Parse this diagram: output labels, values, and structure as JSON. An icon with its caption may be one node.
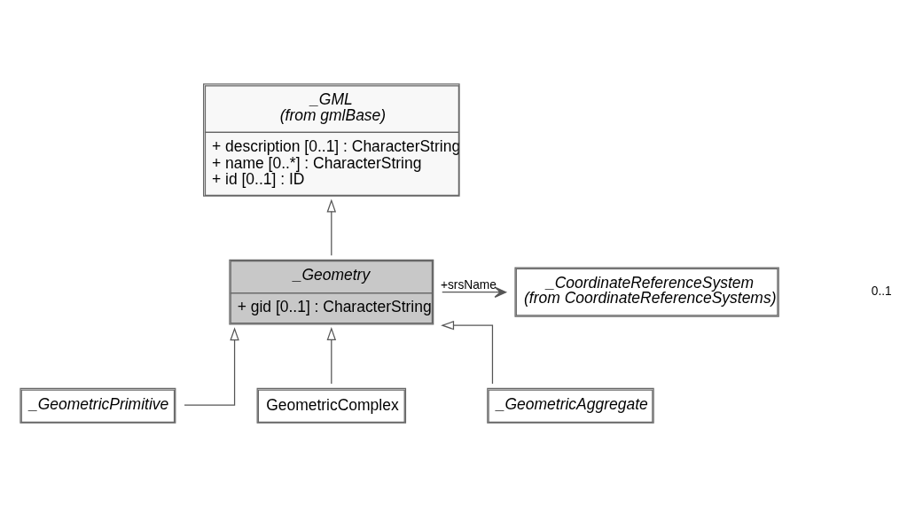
{
  "diagram": {
    "nodes": [
      {
        "text": [
          "_GML",
          "(from gmlBase)",
          "+ description [0..1] : CharacterString",
          "+ name [0..*] : CharacterString",
          "+ id [0..1] : ID"
        ]
      },
      {
        "text": [
          "_CoordinateReferenceSystem",
          "(from CoordinateReferenceSystems)"
        ]
      },
      {
        "text": [
          "_Geometry",
          "+ gid [0..1] : CharacterString"
        ]
      },
      {
        "text": [
          "_GeometricPrimitive"
        ]
      },
      {
        "text": [
          "GeometricComplex"
        ]
      },
      {
        "text": [
          "_GeometricAggregate"
        ]
      }
    ],
    "edges": [
      {
        "from": 2,
        "to": 0,
        "arrow": "to"
      },
      {
        "from": 2,
        "to": 1,
        "arrow": "to",
        "label": "+srsName"
      },
      {
        "from": 3,
        "to": 2,
        "arrow": "to"
      },
      {
        "from": 4,
        "to": 2,
        "arrow": "to"
      },
      {
        "from": 5,
        "to": 2,
        "arrow": "to"
      }
    ],
    "labels": [
      "0..1"
    ]
  }
}
